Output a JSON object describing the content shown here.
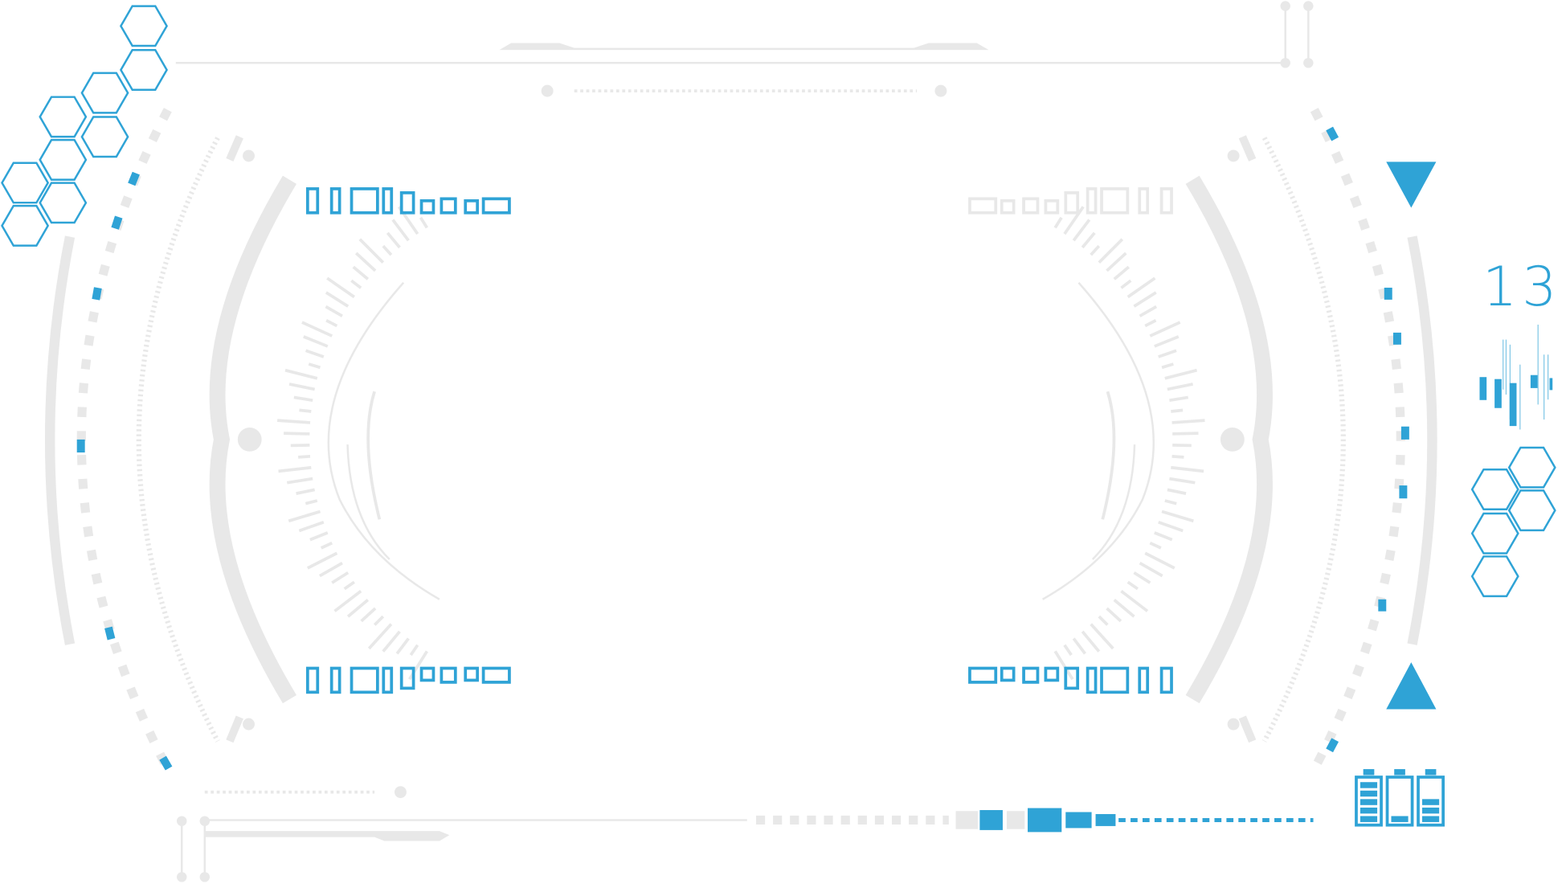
{
  "hud": {
    "temperature": "13°",
    "colors": {
      "accent": "#2fa3d6",
      "muted": "#e8e8e8"
    },
    "batteries": [
      {
        "level_segments": 5,
        "max_segments": 5
      },
      {
        "level_segments": 1,
        "max_segments": 5
      },
      {
        "level_segments": 3,
        "max_segments": 5
      }
    ],
    "icons": [
      "hexagon-cluster-icon",
      "triangle-down-icon",
      "triangle-up-icon",
      "battery-icon",
      "signal-bars-icon"
    ]
  }
}
